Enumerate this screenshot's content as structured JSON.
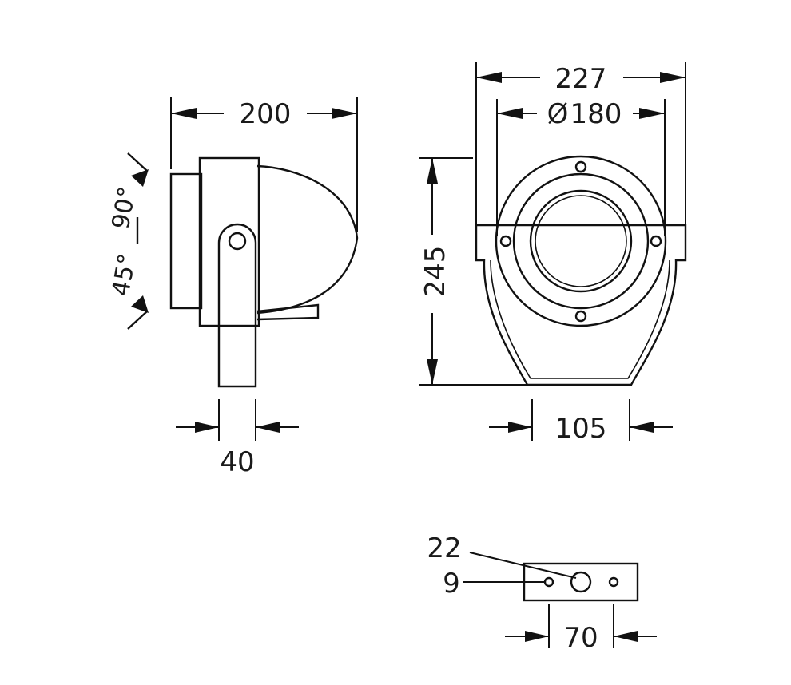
{
  "dimensions": {
    "side_width": "200",
    "angle_upper": "90°",
    "angle_lower": "45°",
    "bracket_width": "40",
    "front_width": "227",
    "lens_diameter": "180",
    "diameter_symbol": "Ø",
    "height": "245",
    "base_width": "105",
    "hole_large": "22",
    "hole_small": "9",
    "hole_spacing": "70"
  }
}
